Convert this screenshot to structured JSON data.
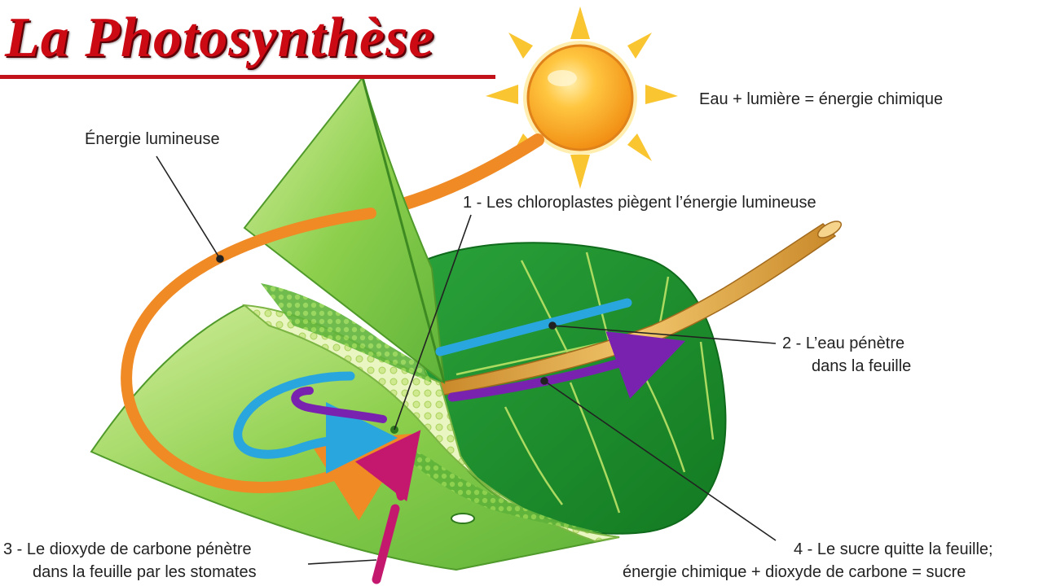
{
  "title": "La Photosynthèse",
  "equation": "Eau + lumière = énergie chimique",
  "labels": {
    "light_energy": "Énergie lumineuse",
    "step1": "1 - Les chloroplastes piègent l’énergie lumineuse",
    "step2_line1": "2 - L’eau pénètre",
    "step2_line2": "dans la feuille",
    "step3_line1": "3 - Le dioxyde de carbone pénètre",
    "step3_line2": "dans la feuille par les stomates",
    "step4_line1": "4 - Le sucre quitte la feuille;",
    "step4_line2": "énergie chimique + dioxyde de carbone = sucre"
  },
  "colors": {
    "title": "#cc0a14",
    "sun": "#f7a51d",
    "light_path": "#ef8a25",
    "water": "#2aa6de",
    "sugar": "#7a22b0",
    "co2": "#c4186e",
    "leaf_dark": "#1f8e2c",
    "leaf_light": "#b8e27a"
  }
}
